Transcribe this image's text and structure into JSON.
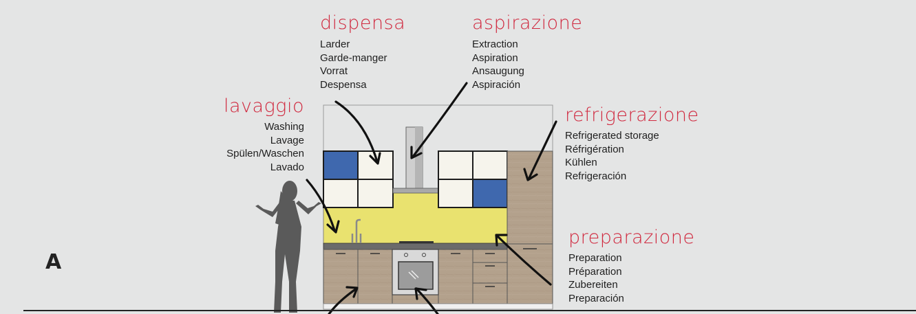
{
  "section_letter": "A",
  "labels": {
    "dispensa": {
      "title": "dispensa",
      "lines": [
        "Larder",
        "Garde-manger",
        "Vorrat",
        "Despensa"
      ]
    },
    "aspirazione": {
      "title": "aspirazione",
      "lines": [
        "Extraction",
        "Aspiration",
        "Ansaugung",
        "Aspiración"
      ]
    },
    "lavaggio": {
      "title": "lavaggio",
      "lines": [
        "Washing",
        "Lavage",
        "Spülen/Waschen",
        "Lavado"
      ]
    },
    "refrigerazione": {
      "title": "refrigerazione",
      "lines": [
        "Refrigerated storage",
        "Réfrigération",
        "Kühlen",
        "Refrigeración"
      ]
    },
    "preparazione": {
      "title": "preparazione",
      "lines": [
        "Preparation",
        "Préparation",
        "Zubereiten",
        "Preparación"
      ]
    }
  },
  "colors": {
    "background": "#e4e5e5",
    "title_red": "#d0283e",
    "wood": "#b3a18c",
    "backsplash": "#e9e26f",
    "accent_blue": "#3f68ae",
    "cabinet_white": "#f6f4ec"
  }
}
